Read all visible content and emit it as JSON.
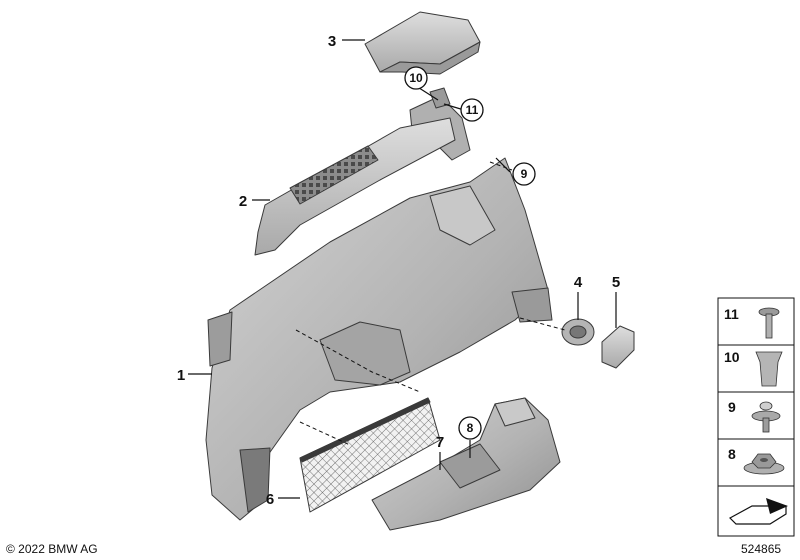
{
  "callouts": {
    "c1": "1",
    "c2": "2",
    "c3": "3",
    "c4": "4",
    "c5": "5",
    "c6": "6",
    "c7": "7",
    "c8": "8",
    "c9": "9",
    "c10": "10",
    "c11": "11"
  },
  "legend": {
    "l11": "11",
    "l10": "10",
    "l9": "9",
    "l8": "8"
  },
  "footer": {
    "copyright": "© 2022 BMW AG",
    "image_id": "524865"
  },
  "colors": {
    "part_fill": "#b9b9b9",
    "part_dark": "#8a8a8a",
    "outline": "#111111"
  }
}
